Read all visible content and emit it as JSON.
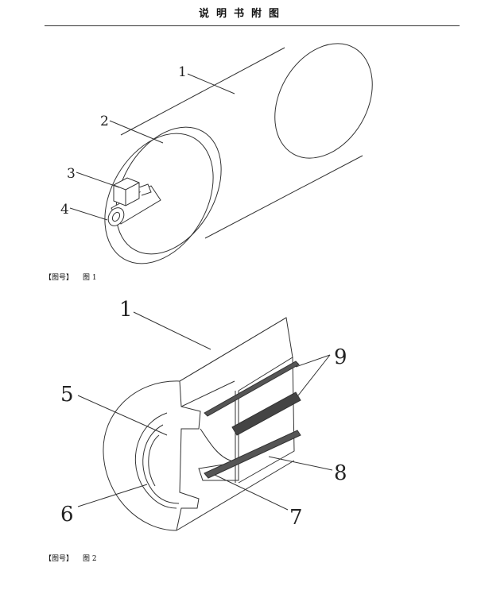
{
  "header": {
    "title": "说明书附图"
  },
  "figure1": {
    "label_tag": "【图号】",
    "caption": "图 1",
    "parts": [
      "1",
      "2",
      "3",
      "4"
    ]
  },
  "figure2": {
    "label_tag": "【图号】",
    "caption": "图 2",
    "parts": [
      "1",
      "5",
      "6",
      "7",
      "8",
      "9"
    ]
  }
}
